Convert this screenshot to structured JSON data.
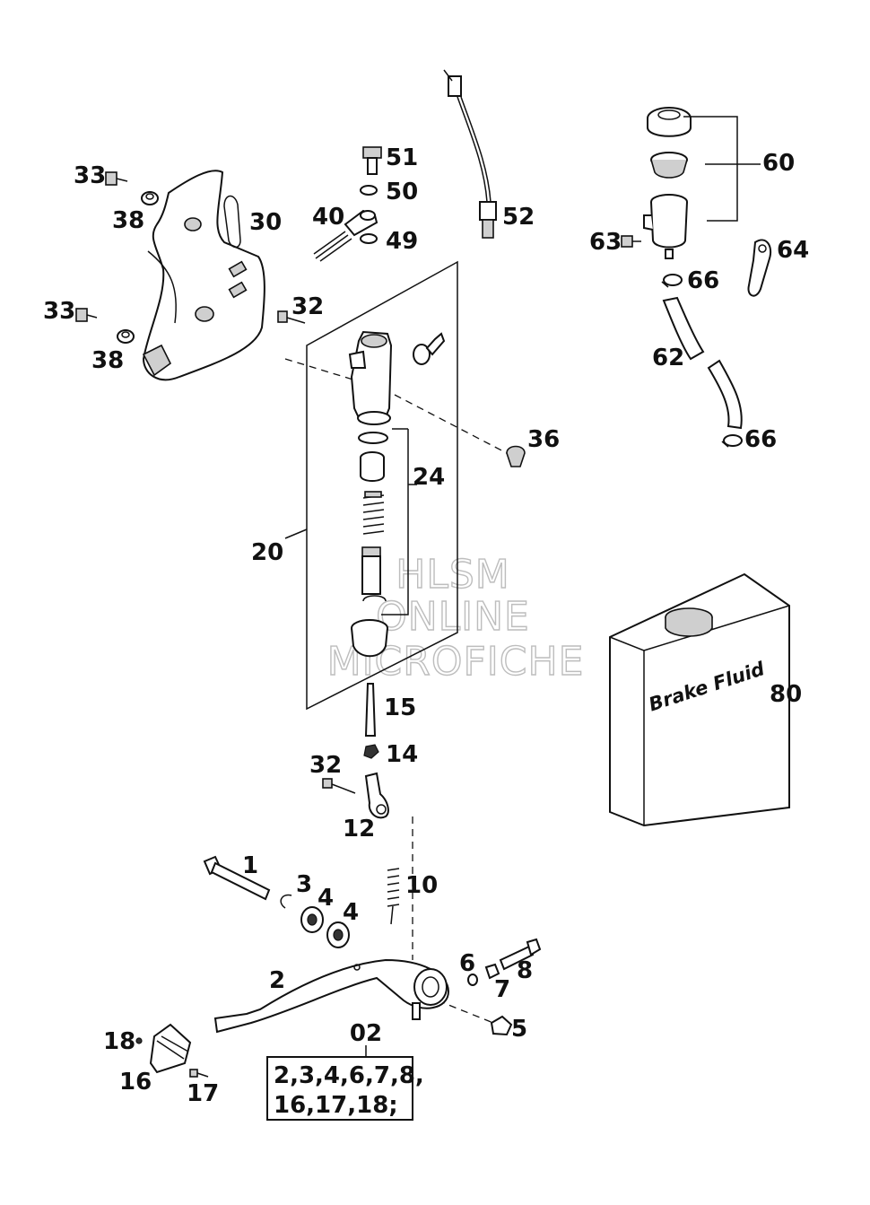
{
  "watermark": {
    "line1": "HLSM",
    "line2": "ONLINE",
    "line3": "MICROFICHE"
  },
  "jug_label": "Brake Fluid",
  "kit": {
    "number": "02",
    "line1": "2,3,4,6,7,8,",
    "line2": "16,17,18;"
  },
  "callouts": {
    "c1": "1",
    "c2": "2",
    "c3": "3",
    "c4a": "4",
    "c4b": "4",
    "c5": "5",
    "c6": "6",
    "c7": "7",
    "c8": "8",
    "c10": "10",
    "c12": "12",
    "c14": "14",
    "c15": "15",
    "c16": "16",
    "c17": "17",
    "c18": "18",
    "c20": "20",
    "c24": "24",
    "c30": "30",
    "c32a": "32",
    "c32b": "32",
    "c33a": "33",
    "c33b": "33",
    "c36": "36",
    "c38a": "38",
    "c38b": "38",
    "c40": "40",
    "c49": "49",
    "c50": "50",
    "c51": "51",
    "c52": "52",
    "c60": "60",
    "c62": "62",
    "c63": "63",
    "c64": "64",
    "c66a": "66",
    "c66b": "66",
    "c80": "80"
  }
}
